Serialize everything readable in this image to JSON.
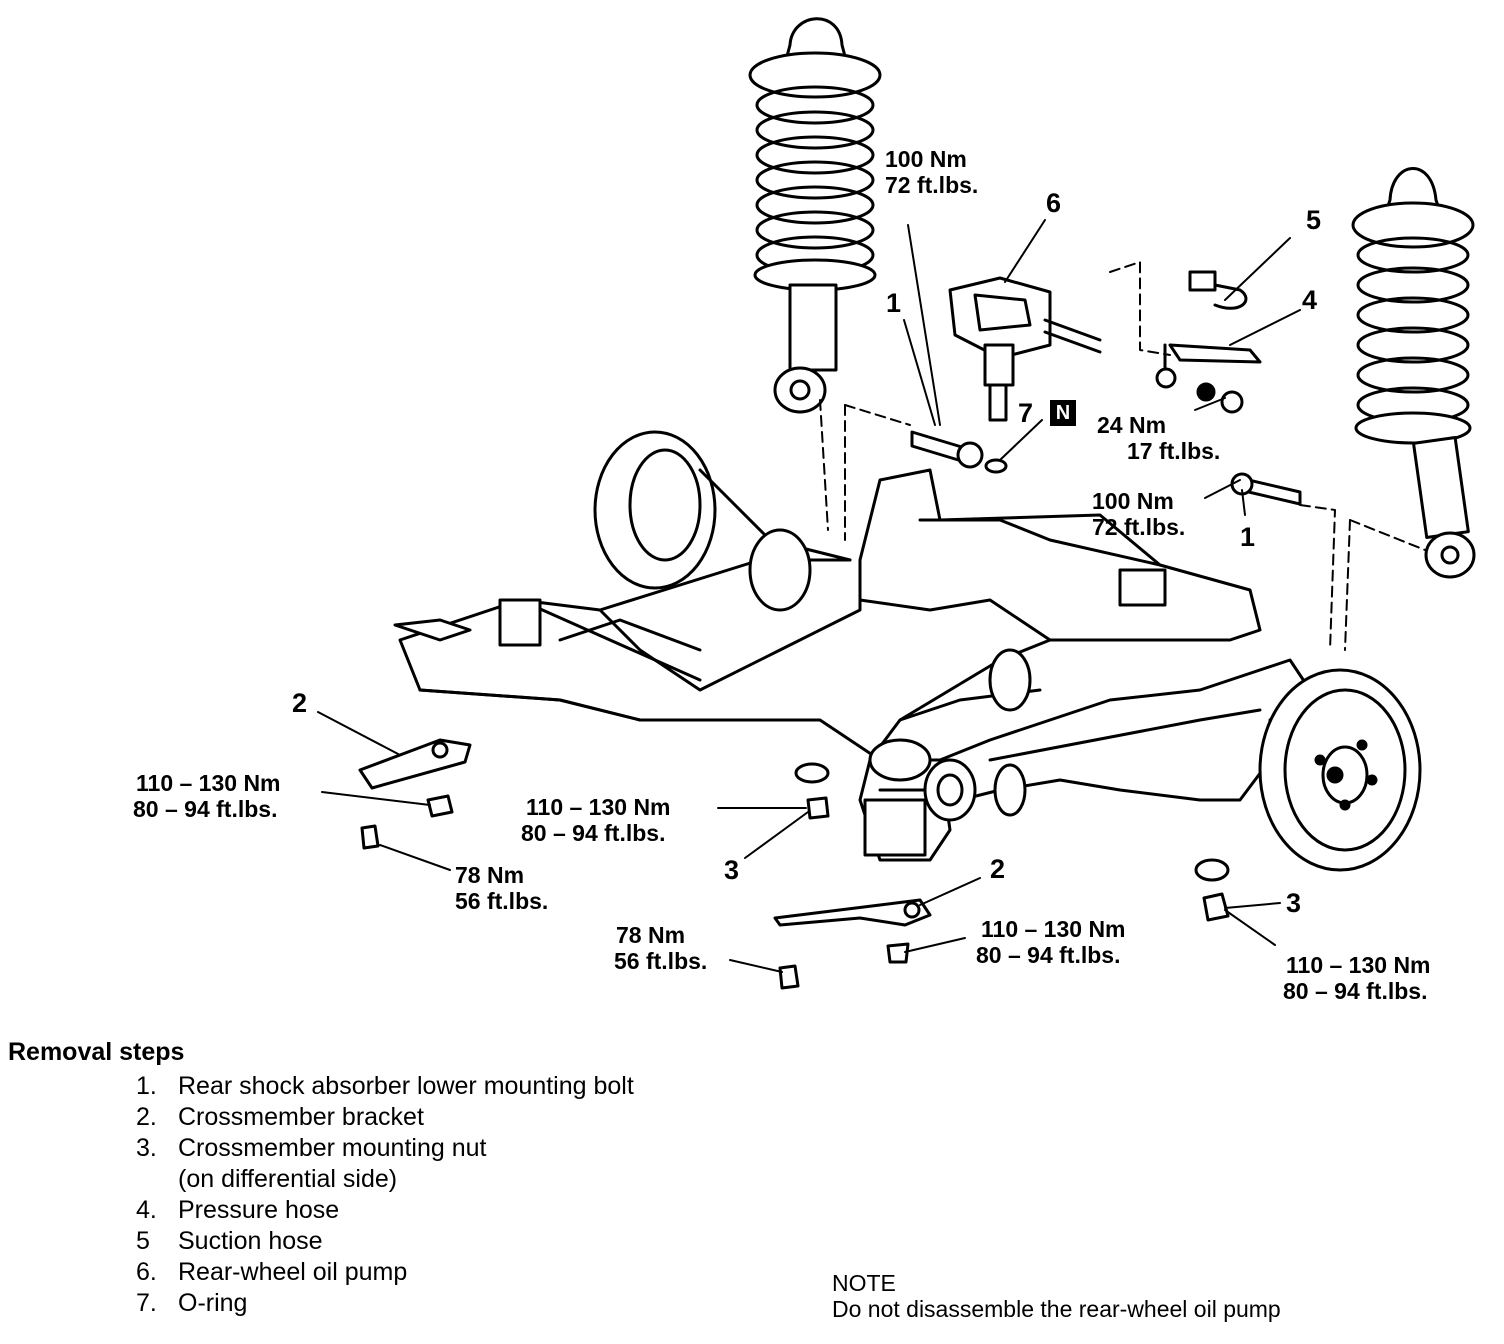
{
  "labels": {
    "torque_100_upper": {
      "nm": "100 Nm",
      "ftlbs": "72 ft.lbs."
    },
    "torque_100_right": {
      "nm": "100 Nm",
      "ftlbs": "72 ft.lbs."
    },
    "torque_24": {
      "nm": "24 Nm",
      "ftlbs": "17 ft.lbs."
    },
    "torque_110_left": {
      "nm": "110 – 130 Nm",
      "ftlbs": "80 – 94 ft.lbs."
    },
    "torque_110_center": {
      "nm": "110 – 130 Nm",
      "ftlbs": "80 – 94 ft.lbs."
    },
    "torque_110_bottom": {
      "nm": "110 – 130 Nm",
      "ftlbs": "80 – 94 ft.lbs."
    },
    "torque_110_right": {
      "nm": "110 – 130 Nm",
      "ftlbs": "80 – 94 ft.lbs."
    },
    "torque_78_left": {
      "nm": "78 Nm",
      "ftlbs": "56 ft.lbs."
    },
    "torque_78_bottom": {
      "nm": "78 Nm",
      "ftlbs": "56 ft.lbs."
    },
    "callouts": {
      "one_upper": "1",
      "one_right": "1",
      "two_left": "2",
      "two_bottom": "2",
      "three_center": "3",
      "three_right": "3",
      "four": "4",
      "five": "5",
      "six": "6",
      "seven": "7",
      "badge": "N"
    }
  },
  "removal": {
    "title": "Removal steps",
    "steps": [
      {
        "n": "1.",
        "text": "Rear shock absorber lower mounting bolt"
      },
      {
        "n": "2.",
        "text": "Crossmember bracket"
      },
      {
        "n": "3.",
        "text": "Crossmember mounting nut",
        "text2": "(on differential side)"
      },
      {
        "n": "4.",
        "text": "Pressure hose"
      },
      {
        "n": "5",
        "text": "Suction hose"
      },
      {
        "n": "6.",
        "text": "Rear-wheel oil pump"
      },
      {
        "n": "7.",
        "text": "O-ring"
      }
    ]
  },
  "note": {
    "title": "NOTE",
    "text": "Do not disassemble the rear-wheel oil pump"
  }
}
